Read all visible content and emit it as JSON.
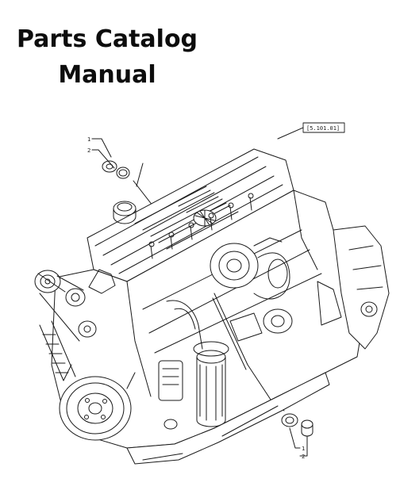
{
  "document": {
    "title_line1": "Parts Catalog",
    "title_line2": "Manual"
  },
  "illustration": {
    "reference_code": "[5.101.01]",
    "callouts_top": [
      "1",
      "2"
    ],
    "callouts_bottom": [
      "1",
      "2"
    ],
    "depicts": "engine-exploded-view"
  },
  "colors": {
    "ink": "#1a1a1a",
    "background": "#ffffff"
  }
}
